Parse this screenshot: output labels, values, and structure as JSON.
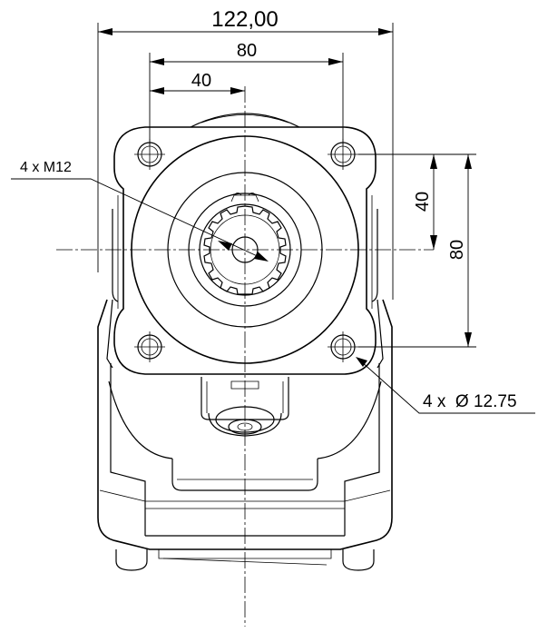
{
  "dimensions": {
    "overall_width": "122,00",
    "bolt_spacing_horizontal": "80",
    "half_spacing_horizontal": "40",
    "half_spacing_vertical": "40",
    "bolt_spacing_vertical": "80"
  },
  "callouts": {
    "thread_label": "4 x M12",
    "hole_label": "4 x  Ø 12.75"
  }
}
